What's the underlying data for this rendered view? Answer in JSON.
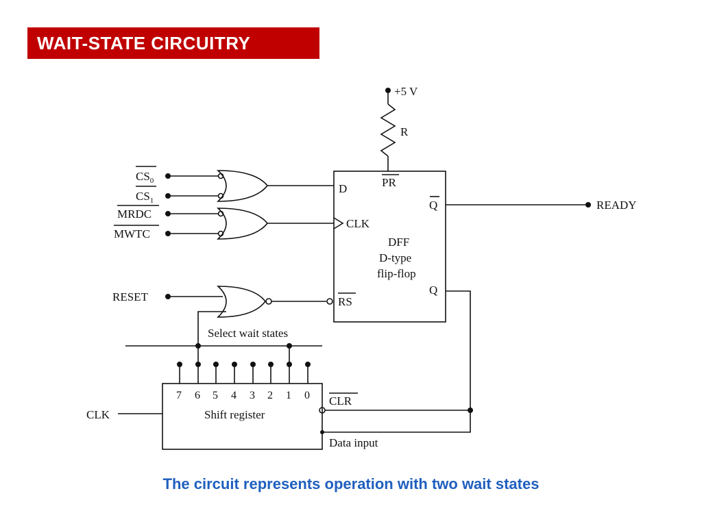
{
  "title": "WAIT-STATE CIRCUITRY",
  "caption": "The circuit represents operation with two wait states",
  "colors": {
    "title_bg": "#c00000",
    "title_fg": "#ffffff",
    "caption": "#1f5fbf",
    "ink": "#111111"
  },
  "diagram": {
    "supply": "+5 V",
    "resistor": "R",
    "inputs": {
      "cs0": "CS",
      "cs0_sub": "0",
      "cs1": "CS",
      "cs1_sub": "1",
      "mrdc": "MRDC",
      "mwtc": "MWTC",
      "reset": "RESET",
      "clk": "CLK"
    },
    "flipflop": {
      "pin_pr": "PR",
      "pin_d": "D",
      "pin_clk": "CLK",
      "pin_qbar": "Q",
      "pin_q": "Q",
      "pin_rs": "RS",
      "name": "DFF",
      "type": "D-type",
      "desc": "flip-flop"
    },
    "output": "READY",
    "select_label": "Select wait states",
    "shift_register": {
      "name": "Shift register",
      "bits": [
        "7",
        "6",
        "5",
        "4",
        "3",
        "2",
        "1",
        "0"
      ],
      "clr": "CLR",
      "data_input": "Data input"
    }
  }
}
